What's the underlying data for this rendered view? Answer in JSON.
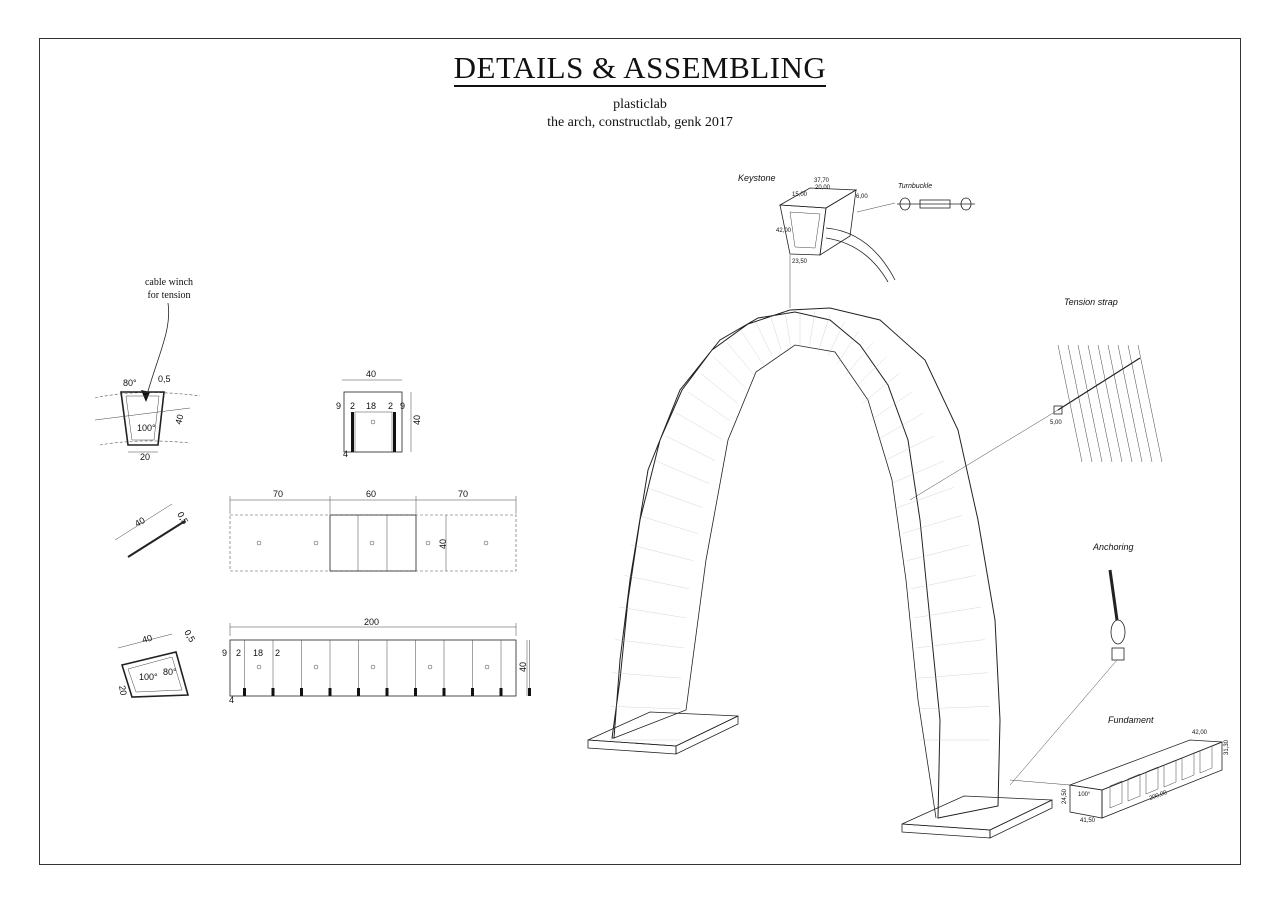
{
  "header": {
    "title": "DETAILS & ASSEMBLING",
    "subtitle_1": "plasticlab",
    "subtitle_2": "the arch, constructlab, genk 2017"
  },
  "callouts": {
    "cable_winch": [
      "cable winch",
      "for tension"
    ],
    "keystone": "Keystone",
    "turnbuckle": "Turnbuckle",
    "tension_strap": "Tension strap",
    "anchoring": "Anchoring",
    "fundament": "Fundament"
  },
  "block_section": {
    "angle_top": "80°",
    "angle_inner": "100°",
    "thickness": "0,5",
    "height": "40",
    "width": "20"
  },
  "block_front": {
    "width": "40",
    "segments": [
      "9",
      "2",
      "18",
      "2",
      "9"
    ],
    "height": "40",
    "edge": "4"
  },
  "plank": {
    "length": "40",
    "thickness": "0,5"
  },
  "strip_top": {
    "segments": [
      "70",
      "60",
      "70"
    ],
    "height": "40"
  },
  "block_iso": {
    "length": "40",
    "thickness": "0,5",
    "side": "20",
    "angle_inner": "100°",
    "angle_outer": "80°"
  },
  "strip_bottom": {
    "length": "200",
    "segments": [
      "9",
      "2",
      "18",
      "2"
    ],
    "height": "40",
    "edge": "4"
  },
  "keystone_dims": {
    "d1": "37,70",
    "d2": "15,00",
    "d3": "20,00",
    "d4": "6,00",
    "d5": "42,00",
    "d6": "23,50"
  },
  "strap_dims": {
    "d1": "5,00"
  },
  "fundament_dims": {
    "top": "42,00",
    "right": "31,30",
    "length": "200,00",
    "height": "24,50",
    "width": "41,50",
    "angle": "100°"
  }
}
